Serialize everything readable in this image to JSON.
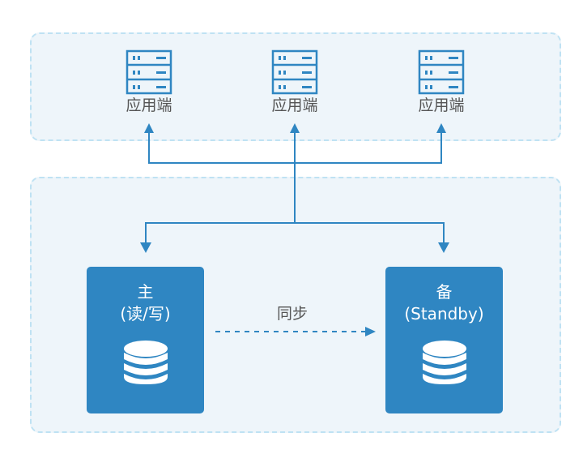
{
  "diagram": {
    "type": "primary-standby-architecture",
    "clients_group": {
      "clients": [
        {
          "label": "应用端",
          "icon": "server-icon"
        },
        {
          "label": "应用端",
          "icon": "server-icon"
        },
        {
          "label": "应用端",
          "icon": "server-icon"
        }
      ]
    },
    "database_group": {
      "primary": {
        "title": "主",
        "subtitle": "(读/写)",
        "icon": "database-icon"
      },
      "standby": {
        "title": "备",
        "subtitle": "(Standby)",
        "icon": "database-icon"
      },
      "sync": {
        "label": "同步",
        "style": "dashed",
        "direction": "primary-to-standby"
      }
    },
    "connections": [
      {
        "from": "clients",
        "to": "primary",
        "style": "solid"
      },
      {
        "from": "clients",
        "to": "standby",
        "style": "solid"
      }
    ],
    "colors": {
      "accent": "#2f86c2",
      "panel_fill": "#eef5fa",
      "panel_border": "#bfe2f3",
      "label_text": "#555555",
      "node_text": "#ffffff"
    }
  }
}
